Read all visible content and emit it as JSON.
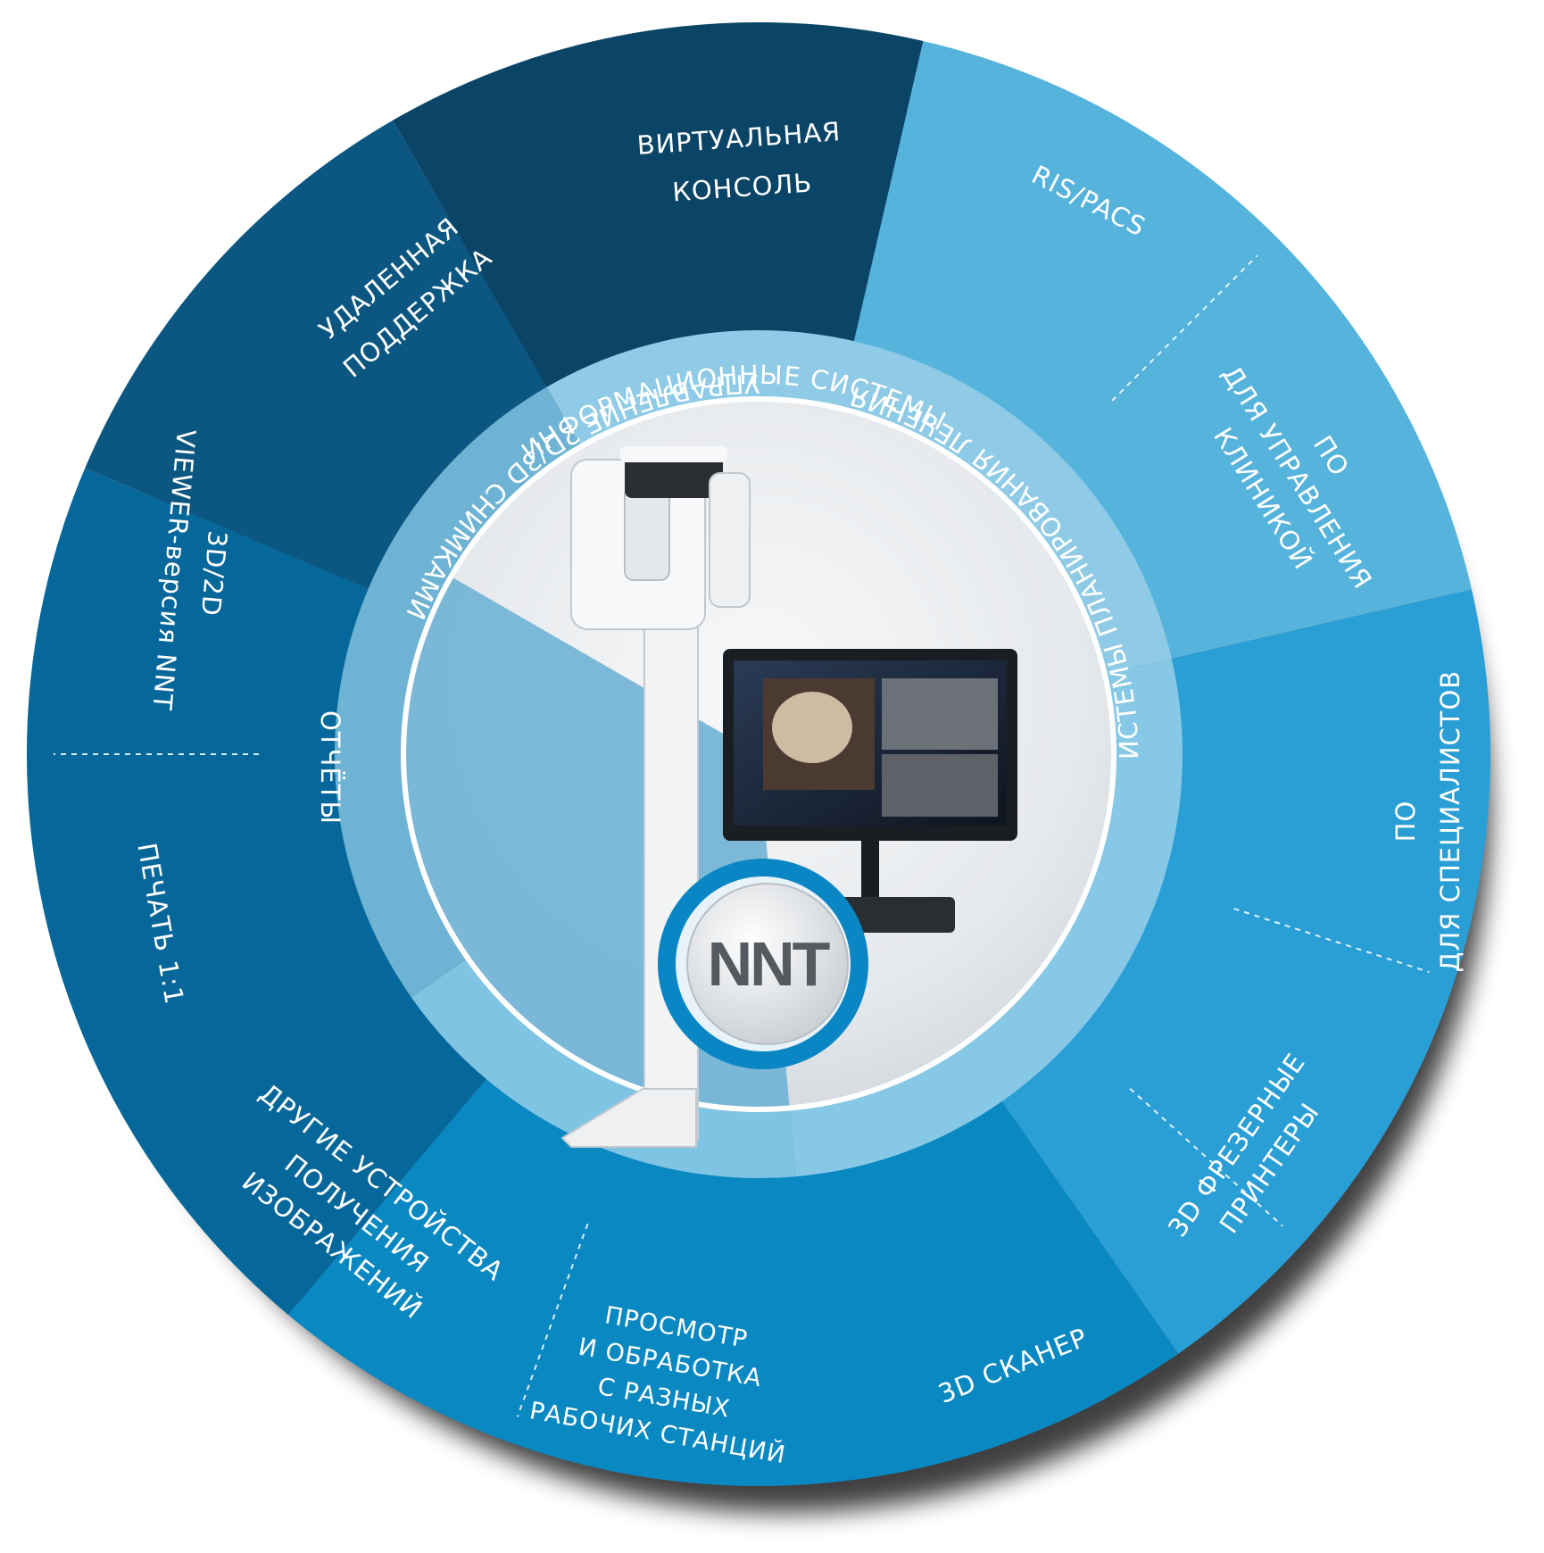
{
  "logo": {
    "text": "NNT"
  },
  "categories": [
    {
      "id": "info",
      "label": "ИНФОРМАЦИОННЫЕ СИСТЕМЫ"
    },
    {
      "id": "planning",
      "label": "СИСТЕМЫ ПЛАНИРОВАНИЯ ЛЕЧЕНИЯ"
    },
    {
      "id": "images",
      "label": "УПРАВЛЕНИЕ 2D/3D СНИМКАМИ"
    },
    {
      "id": "reports",
      "label": "ОТЧЁТЫ"
    }
  ],
  "segments": {
    "virtual_console": {
      "line1": "ВИРТУАЛЬНАЯ",
      "line2": "КОНСОЛЬ"
    },
    "ris_pacs": {
      "line1": "RIS/PACS"
    },
    "clinic_software": {
      "line1": "ПО",
      "line2": "ДЛЯ УПРАВЛЕНИЯ",
      "line3": "КЛИНИКОЙ"
    },
    "specialist_software": {
      "line1": "ПО",
      "line2": "ДЛЯ СПЕЦИАЛИСТОВ"
    },
    "printers": {
      "line1": "3D ФРЕЗЕРНЫЕ",
      "line2": "ПРИНТЕРЫ"
    },
    "scanner": {
      "line1": "3D СКАНЕР"
    },
    "workstations": {
      "line1": "ПРОСМОТР",
      "line2": "И ОБРАБОТКА",
      "line3": "С РАЗНЫХ",
      "line4": "РАБОЧИХ СТАНЦИЙ"
    },
    "other_devices": {
      "line1": "ДРУГИЕ УСТРОЙСТВА",
      "line2": "ПОЛУЧЕНИЯ",
      "line3": "ИЗОБРАЖЕНИЙ"
    },
    "print": {
      "line1": "ПЕЧАТЬ 1:1"
    },
    "viewer": {
      "line1": "3D/2D",
      "line2": "VIEWER-версия NNT"
    },
    "remote_support": {
      "line1": "УДАЛЕННАЯ",
      "line2": "ПОДДЕРЖКА"
    }
  }
}
